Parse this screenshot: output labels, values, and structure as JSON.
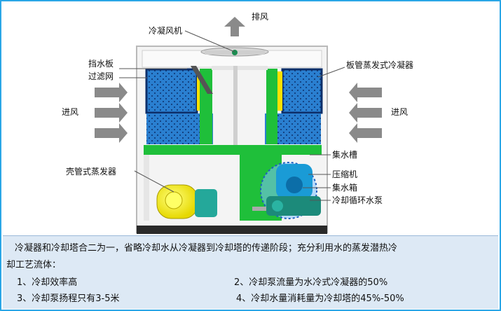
{
  "labels": {
    "exhaust": "排风",
    "fan": "冷凝风机",
    "baffle": "挡水板",
    "filter": "过滤网",
    "condenser": "板管蒸发式冷凝器",
    "intake_left": "进风",
    "intake_right": "进风",
    "water_tank": "集水槽",
    "evaporator": "壳管式蒸发器",
    "compressor": "压缩机",
    "water_box": "集水箱",
    "pump": "冷却循环水泵"
  },
  "description": {
    "intro_line1": "冷凝器和冷却塔合二为一，省略冷却水从冷凝器到冷却塔的传递阶段；充分利用水的蒸发潜热冷",
    "intro_line2": "却工艺流体：",
    "points": [
      "1、冷却效率高",
      "2、冷却泵流量为水冷式冷凝器的50%",
      "3、冷却泵扬程只有3-5米",
      "4、冷却水量消耗量为冷却塔的45%-50%"
    ]
  },
  "colors": {
    "frame_border": "#2aa6e6",
    "green": "#1fbf3a",
    "coil_blue": "#2a7fd0",
    "arrow_gray": "#8a8a8a",
    "text_bg": "#dde9f5"
  }
}
